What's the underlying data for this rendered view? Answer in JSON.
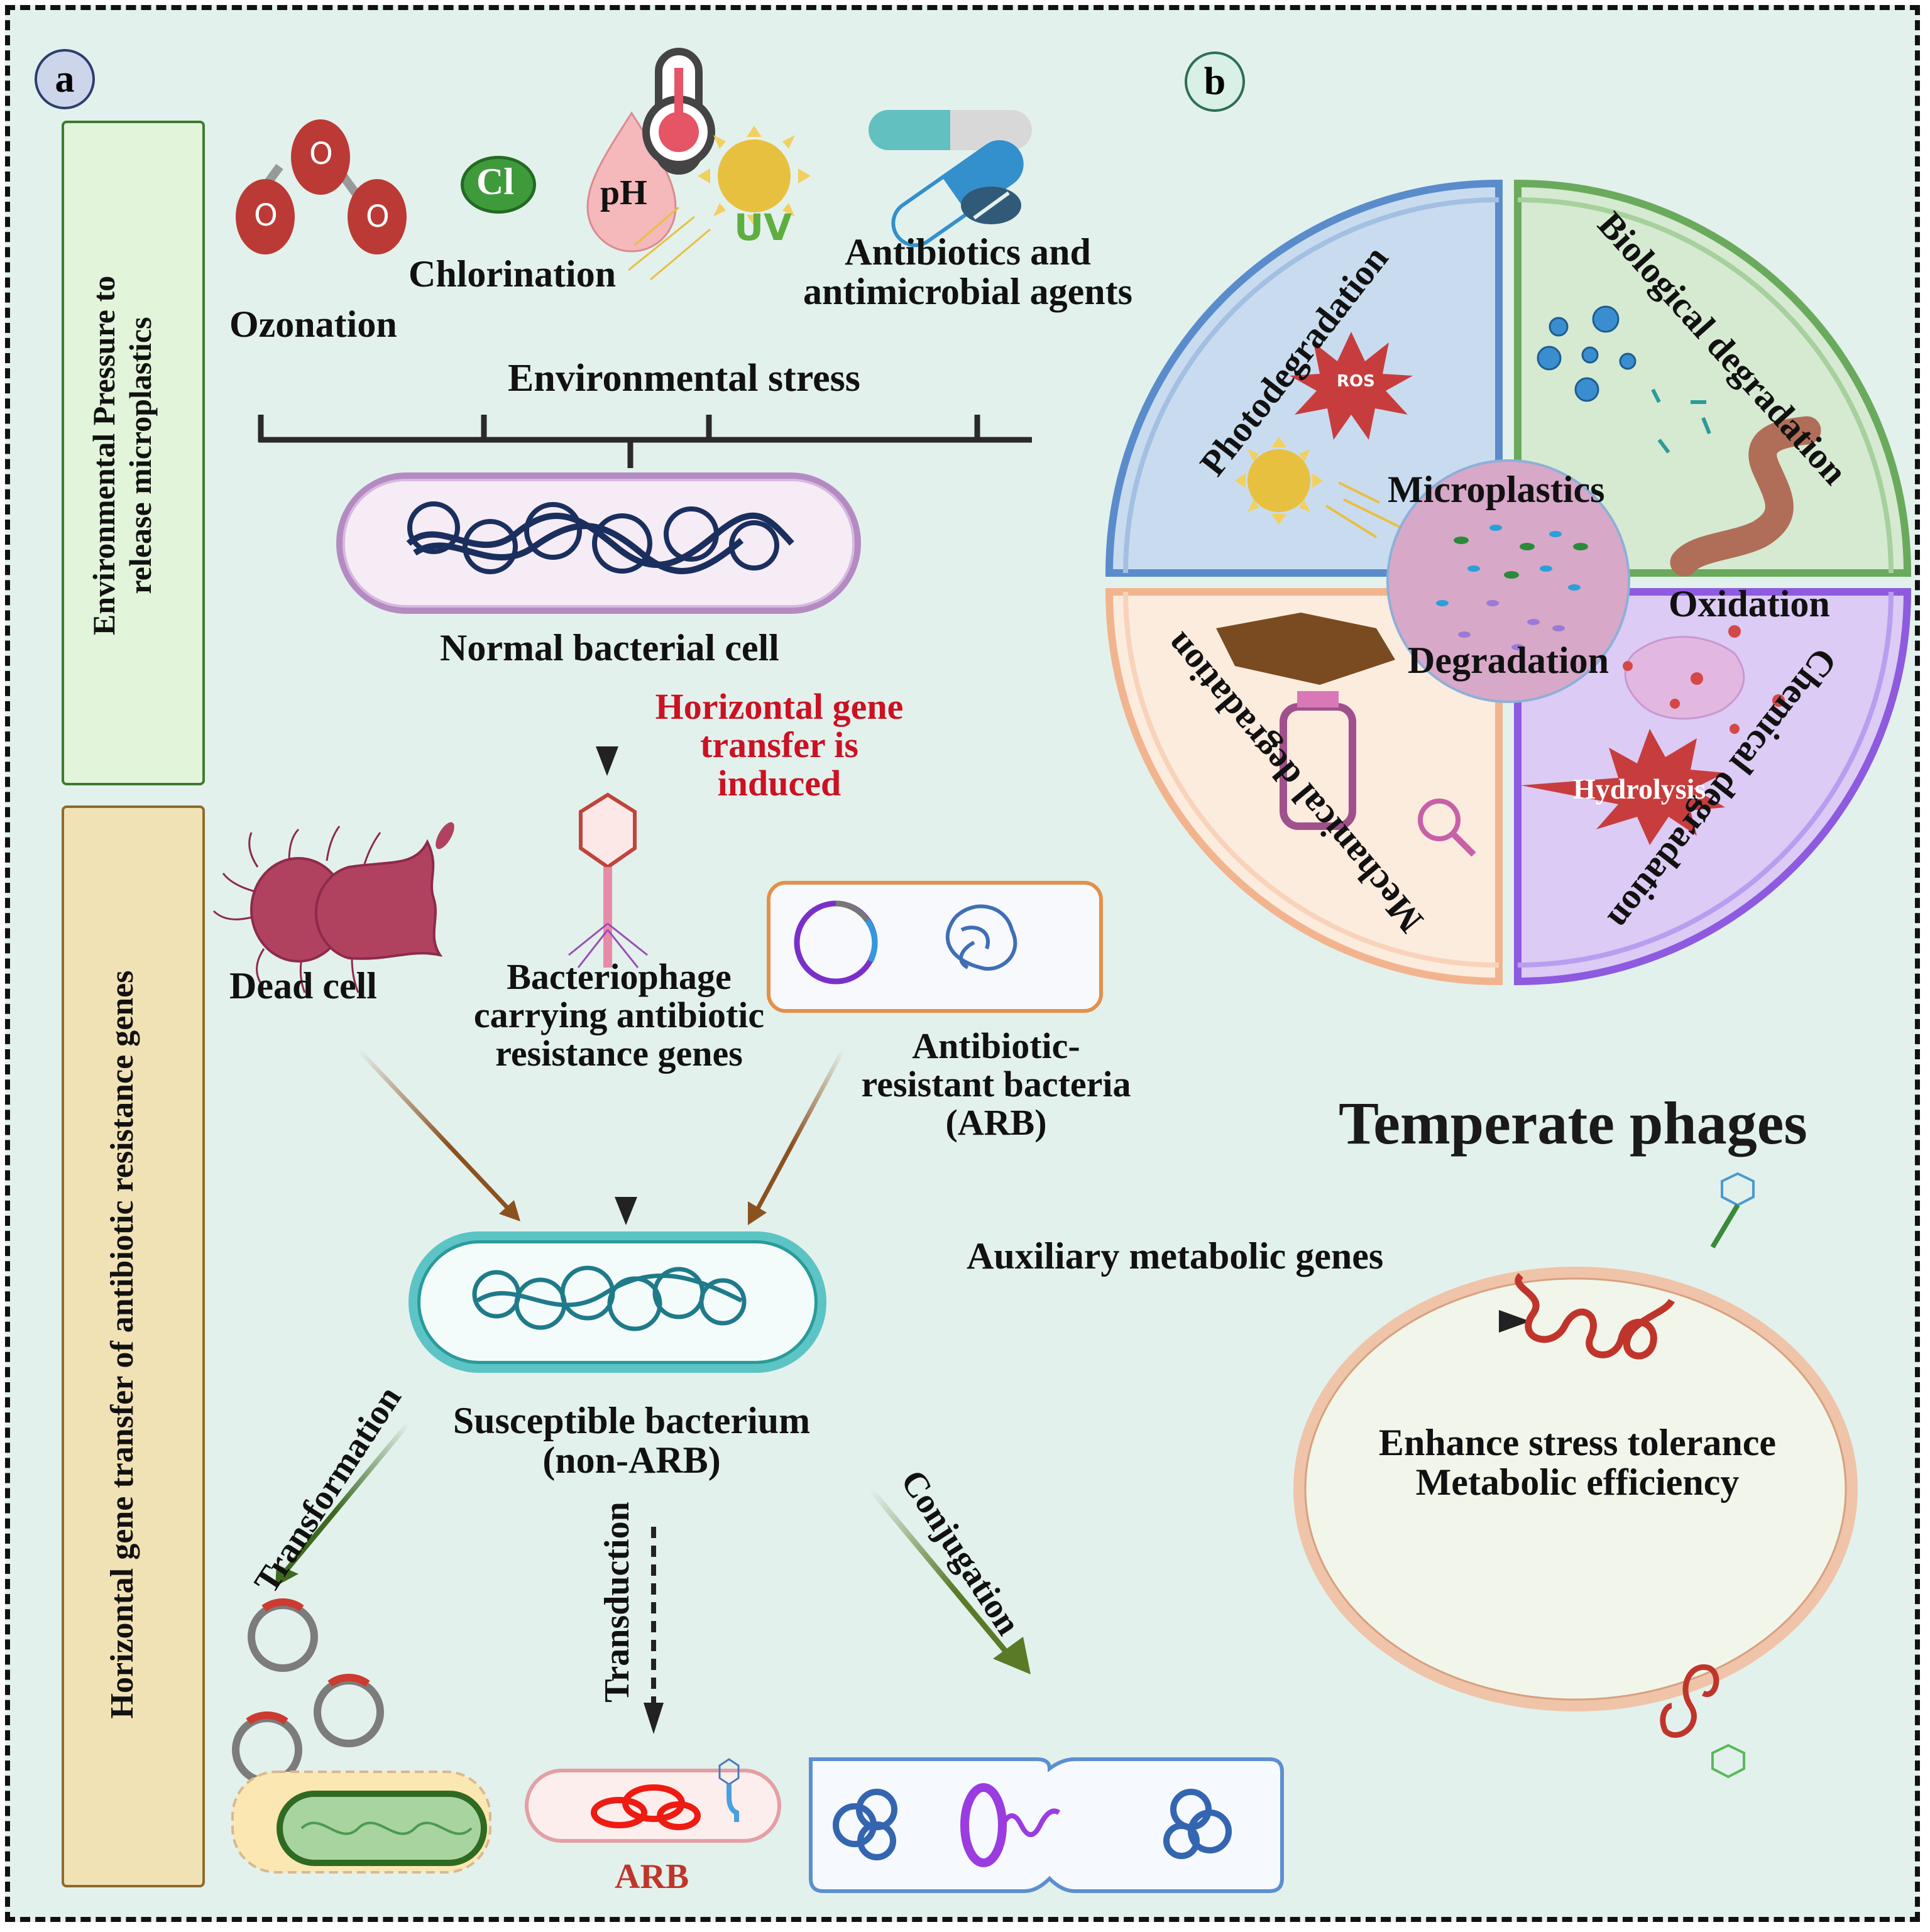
{
  "panel_a": {
    "label": "a",
    "side_box_top": {
      "line1": "Environmental Pressure to",
      "line2": "release microplastics"
    },
    "side_box_bottom": {
      "text": "Horizontal gene transfer of antibiotic resistance genes"
    },
    "stressors": {
      "ozone_atoms": [
        "O",
        "O",
        "O"
      ],
      "ozonation": "Ozonation",
      "chlorine_symbol": "Cl",
      "chlorination": "Chlorination",
      "ph_symbol": "pH",
      "uv_symbol": "UV",
      "antibiotics_line1": "Antibiotics and",
      "antibiotics_line2": "antimicrobial agents"
    },
    "environmental_stress": "Environmental stress",
    "normal_cell": "Normal bacterial cell",
    "hgt_induced": {
      "line1": "Horizontal gene",
      "line2": "transfer is",
      "line3": "induced"
    },
    "dead_cell": "Dead cell",
    "bacteriophage": {
      "line1": "Bacteriophage",
      "line2": "carrying antibiotic",
      "line3": "resistance genes"
    },
    "arb_source": {
      "line1": "Antibiotic-",
      "line2": "resistant bacteria",
      "line3": "(ARB)"
    },
    "susceptible": {
      "line1": "Susceptible bacterium",
      "line2": "(non-ARB)"
    },
    "mechanisms": {
      "transformation": "Transformation",
      "transduction": "Transduction",
      "conjugation": "Conjugation"
    },
    "arb_result": "ARB"
  },
  "panel_b": {
    "label": "b",
    "center": {
      "top": "Microplastics",
      "bottom": "Degradation"
    },
    "quadrants": {
      "photo": {
        "title": "Photodegradation",
        "badge": "ROS",
        "color": "#5a8ccc"
      },
      "bio": {
        "title": "Biological degradation",
        "color": "#6aaa5c"
      },
      "mech": {
        "title": "Mechanical degradation",
        "color": "#f2b48e"
      },
      "chem": {
        "title": "Chemical degradation",
        "sub1": "Oxidation",
        "sub2": "Hydrolysis",
        "color": "#8d5ae0"
      }
    },
    "temperate": {
      "title": "Temperate phages",
      "amg": "Auxiliary metabolic genes",
      "effect1": "Enhance stress tolerance",
      "effect2": "Metabolic efficiency"
    }
  },
  "colors": {
    "background": "#e3f1ed",
    "red_text": "#cc1122",
    "arb_red": "#c0352b"
  }
}
